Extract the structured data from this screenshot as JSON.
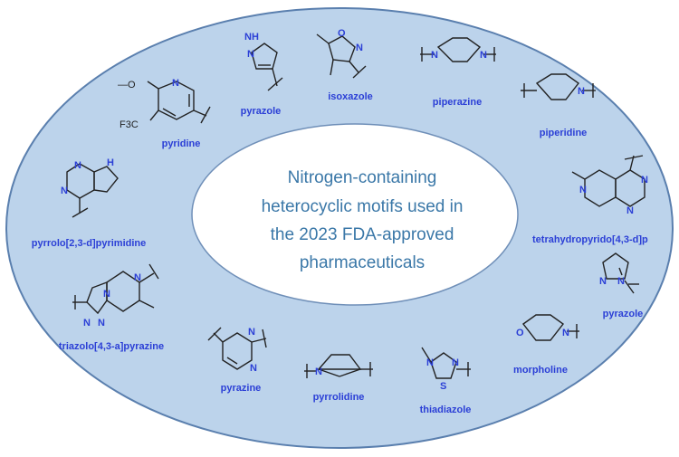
{
  "center": {
    "lines": [
      "Nitrogen-containing",
      "heterocyclic motifs  used in",
      "the 2023 FDA-approved",
      "pharmaceuticals"
    ]
  },
  "colors": {
    "outer_ellipse_fill": "#bcd3eb",
    "outer_ellipse_stroke": "#5a7fae",
    "inner_ellipse_fill": "#ffffff",
    "label_color": "#2b3fd6",
    "center_text_color": "#3b78a8"
  },
  "motifs": {
    "pyrazole_top": "pyrazole",
    "isoxazole": "isoxazole",
    "piperazine": "piperazine",
    "piperidine": "piperidine",
    "pyridine": "pyridine",
    "pyrrolopyrimidine": "pyrrolo[2,3-d]pyrimidine",
    "tetrahydropyrido": "tetrahydropyrido[4,3-d]p",
    "pyrazole_right": "pyrazole",
    "triazolopyrazine": "triazolo[4,3-a]pyrazine",
    "morpholine": "morpholine",
    "pyrazine": "pyrazine",
    "pyrrolidine": "pyrrolidine",
    "thiadiazole": "thiadiazole"
  },
  "atoms": {
    "N": "N",
    "NH": "NH",
    "H": "H",
    "O": "O",
    "S": "S",
    "F3C": "F3C",
    "minusO": "—O"
  }
}
